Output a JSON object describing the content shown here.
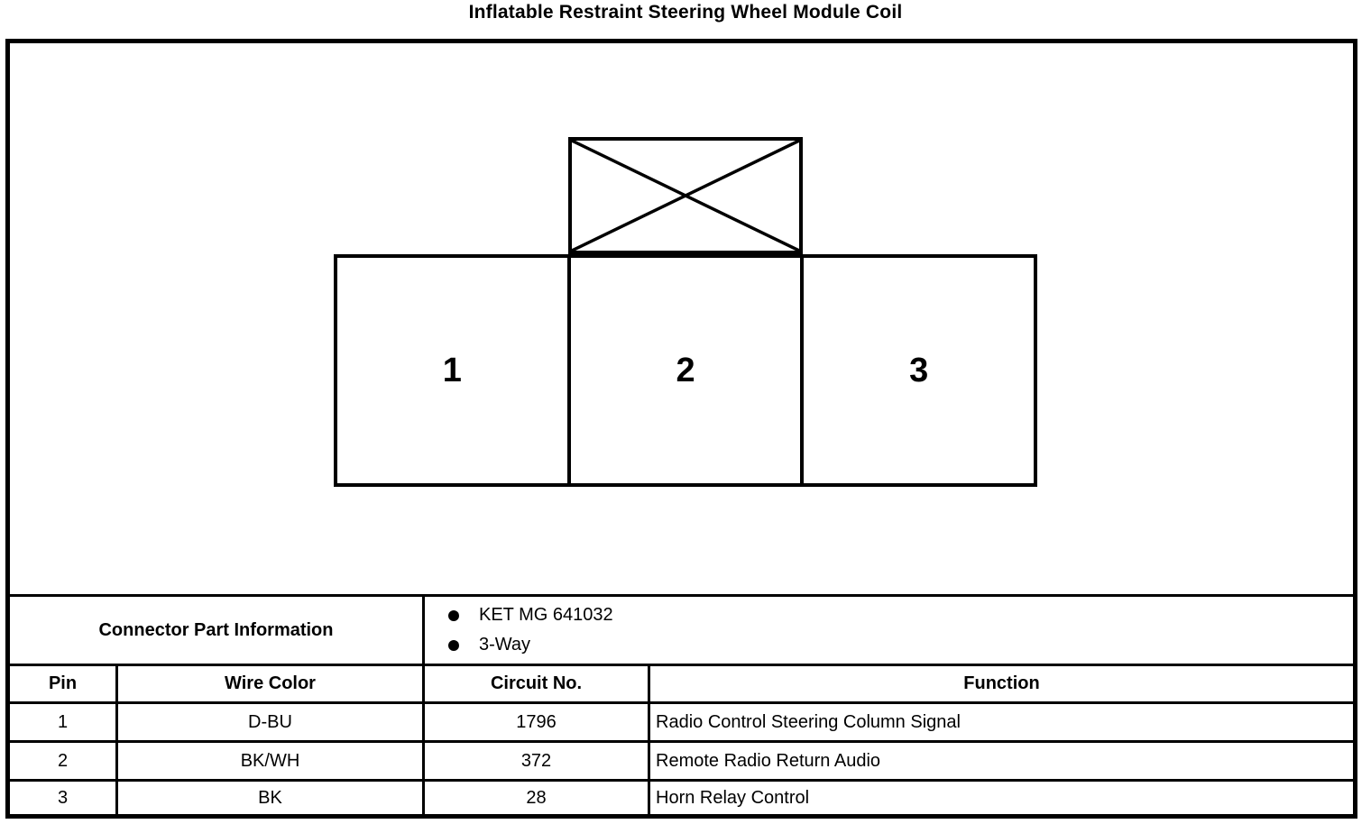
{
  "title": "Inflatable Restraint Steering Wheel Module Coil",
  "colors": {
    "line": "#000000",
    "background": "#ffffff"
  },
  "diagram": {
    "key_icon": "crossed-box-icon",
    "cavities": [
      "1",
      "2",
      "3"
    ]
  },
  "connector_info": {
    "label": "Connector Part Information",
    "items": [
      "KET MG 641032",
      "3-Way"
    ]
  },
  "pin_table": {
    "headers": {
      "pin": "Pin",
      "wire_color": "Wire Color",
      "circuit_no": "Circuit No.",
      "function": "Function"
    },
    "rows": [
      {
        "pin": "1",
        "wire_color": "D-BU",
        "circuit_no": "1796",
        "function": "Radio Control Steering Column Signal"
      },
      {
        "pin": "2",
        "wire_color": "BK/WH",
        "circuit_no": "372",
        "function": "Remote Radio Return Audio"
      },
      {
        "pin": "3",
        "wire_color": "BK",
        "circuit_no": "28",
        "function": "Horn Relay Control"
      }
    ]
  }
}
